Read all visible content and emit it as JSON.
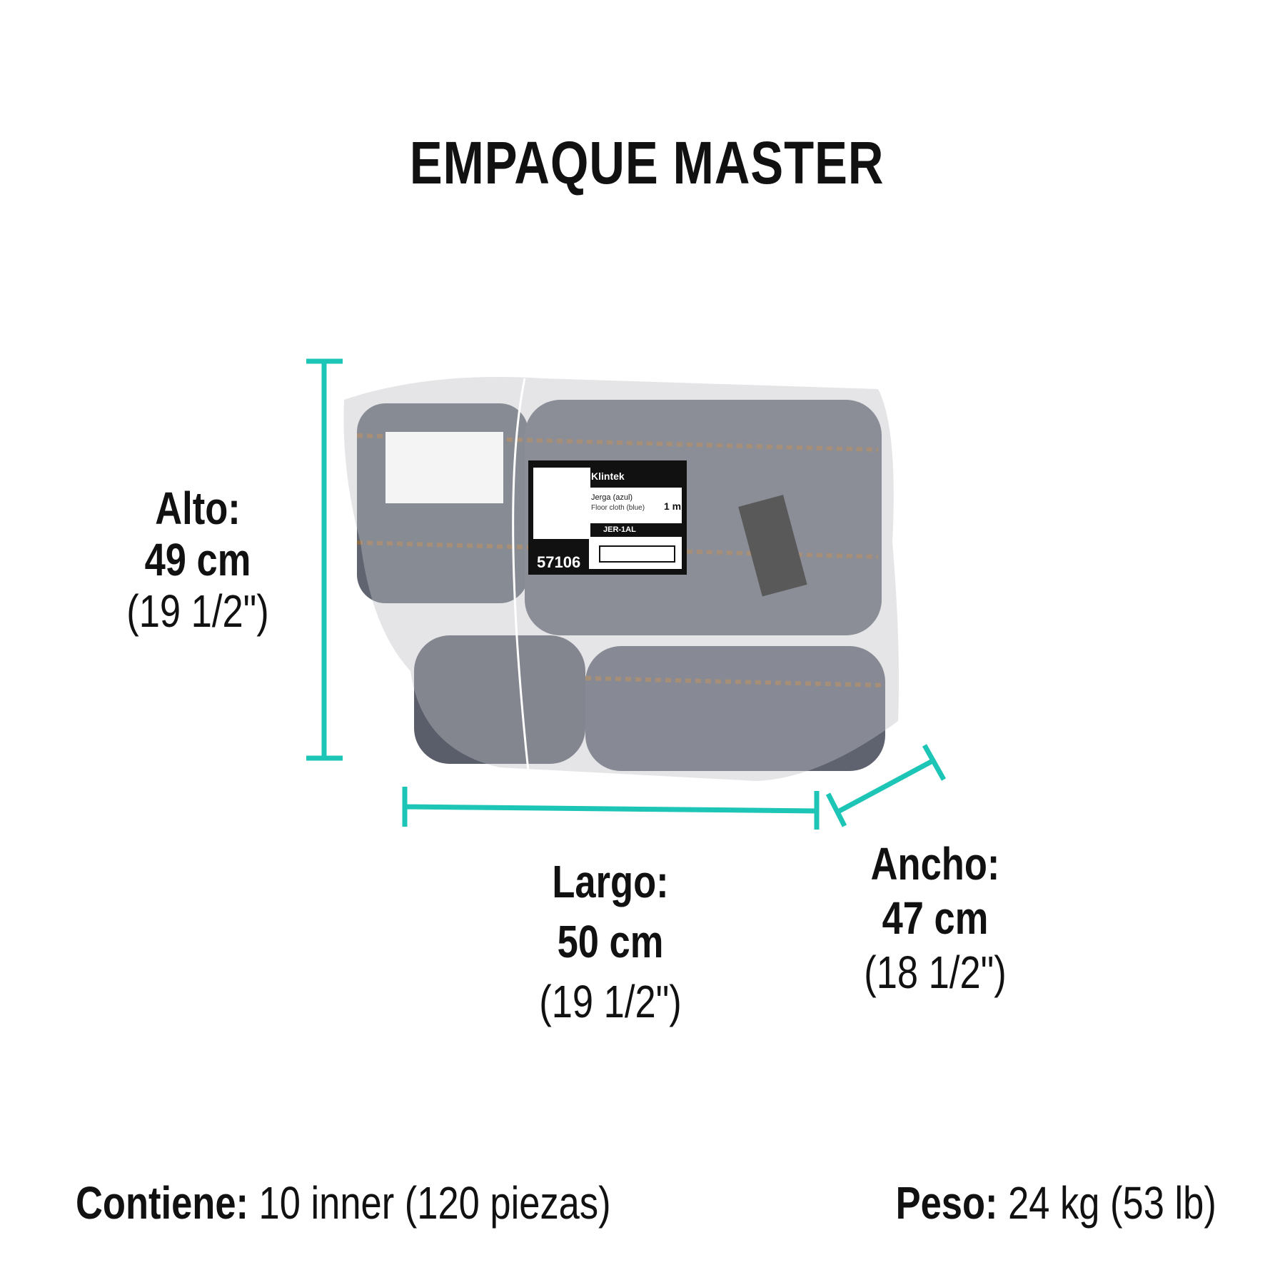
{
  "title": "EMPAQUE MASTER",
  "dimensions": {
    "alto": {
      "label": "Alto:",
      "metric": "49 cm",
      "imperial": "(19 1/2\")"
    },
    "largo": {
      "label": "Largo:",
      "metric": "50 cm",
      "imperial": "(19 1/2\")"
    },
    "ancho": {
      "label": "Ancho:",
      "metric": "47 cm",
      "imperial": "(18 1/2\")"
    }
  },
  "footer": {
    "contiene_label": "Contiene:",
    "contiene_value": "10 inner (120 piezas)",
    "peso_label": "Peso:",
    "peso_value": "24 kg (53 lb)"
  },
  "product_label": {
    "brand": "Klintek",
    "name": "Jerga (azul)",
    "name_en": "Floor cloth (blue)",
    "size": "1 m",
    "clave": "JER-1AL",
    "code": "57106"
  },
  "colors": {
    "accent": "#1cc5b5"
  }
}
